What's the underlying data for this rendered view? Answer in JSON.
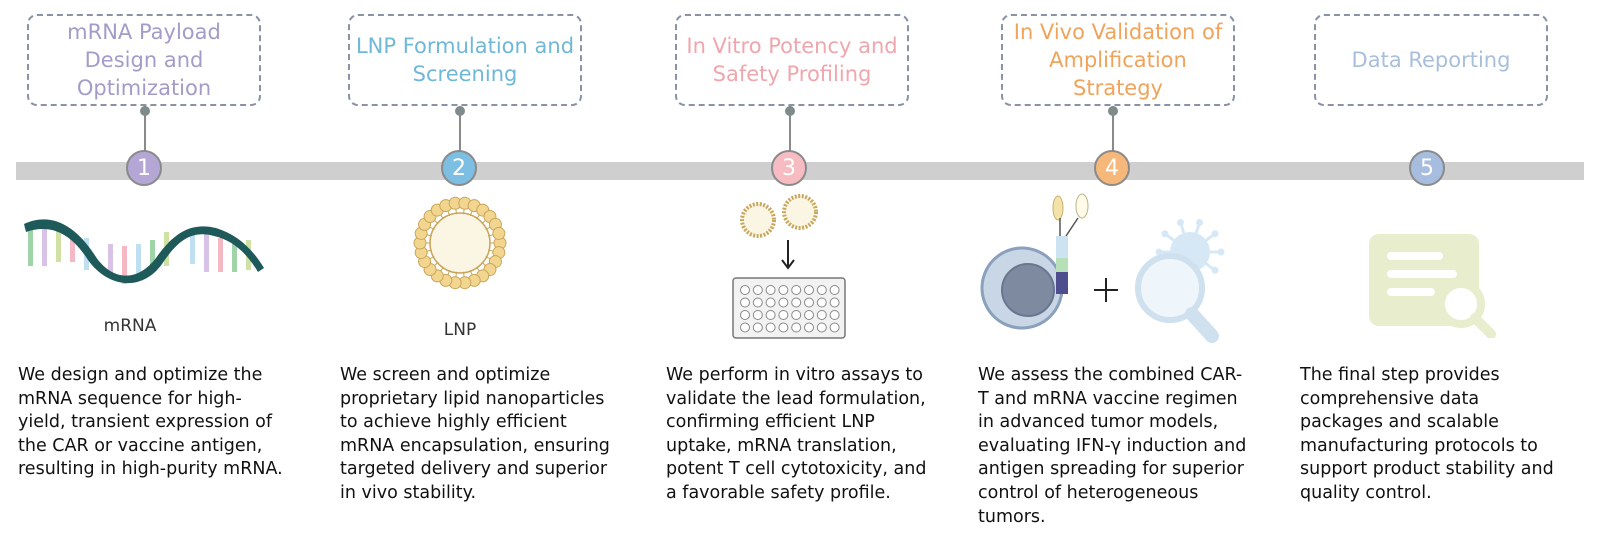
{
  "steps": [
    {
      "number": "1",
      "title": "mRNA Payload Design and Optimization",
      "title_color": "#a49bc8",
      "badge_color": "#b4a7d6",
      "illustration": "mrna-strand-icon",
      "illustration_label": "mRNA",
      "description": "We design and optimize the mRNA sequence for high-yield, transient expression of the CAR or vaccine antigen, resulting in high-purity mRNA."
    },
    {
      "number": "2",
      "title": "LNP Formulation and Screening",
      "title_color": "#6fb8d8",
      "badge_color": "#7cbfe3",
      "illustration": "lipid-nanoparticle-icon",
      "illustration_label": "LNP",
      "description": "We screen and optimize proprietary lipid nanoparticles to achieve highly efficient mRNA encapsulation, ensuring targeted delivery and superior in vivo stability."
    },
    {
      "number": "3",
      "title": "In Vitro Potency and Safety Profiling",
      "title_color": "#f0a6ad",
      "badge_color": "#f6bcc2",
      "illustration": "well-plate-assay-icon",
      "illustration_label": "",
      "description": "We perform in vitro assays to validate the lead formulation, confirming efficient LNP uptake, mRNA translation, potent T cell cytotoxicity, and a favorable safety profile."
    },
    {
      "number": "4",
      "title": "In Vivo Validation of Amplification Strategy",
      "title_color": "#f0a35a",
      "badge_color": "#f6b77a",
      "illustration": "car-t-plus-vaccine-icon",
      "illustration_label": "",
      "description": "We assess the combined CAR-T and mRNA vaccine regimen in advanced tumor models, evaluating IFN-γ induction and antigen spreading for superior control of heterogeneous tumors."
    },
    {
      "number": "5",
      "title": "Data Reporting",
      "title_color": "#a8bfdc",
      "badge_color": "#a7bde0",
      "illustration": "report-search-icon",
      "illustration_label": "",
      "description": "The final step provides comprehensive data packages and scalable manufacturing protocols to support product stability and quality control."
    }
  ]
}
